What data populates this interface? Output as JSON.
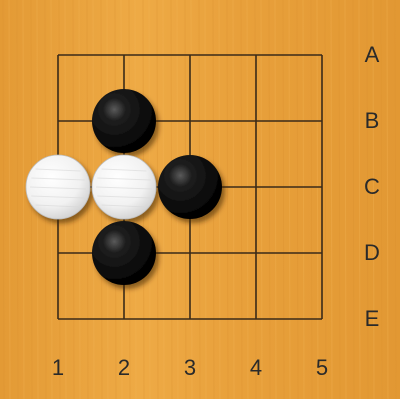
{
  "board": {
    "board_color": "#e9a23b",
    "line_color": "#3a2a18",
    "grid_size": 5,
    "row_labels": [
      "A",
      "B",
      "C",
      "D",
      "E"
    ],
    "column_labels": [
      "1",
      "2",
      "3",
      "4",
      "5"
    ]
  },
  "stones": [
    {
      "color": "black",
      "row": "B",
      "col": "2"
    },
    {
      "color": "white",
      "row": "C",
      "col": "1"
    },
    {
      "color": "white",
      "row": "C",
      "col": "2"
    },
    {
      "color": "black",
      "row": "C",
      "col": "3"
    },
    {
      "color": "black",
      "row": "D",
      "col": "2"
    }
  ]
}
